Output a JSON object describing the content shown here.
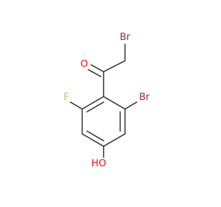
{
  "molecule": {
    "atoms": {
      "o_carbonyl": {
        "text": "O",
        "color": "#ff0d0d"
      },
      "br_alpha": {
        "text": "Br",
        "color": "#a62929"
      },
      "f_ring": {
        "text": "F",
        "color": "#90e050"
      },
      "br_ring": {
        "text": "Br",
        "color": "#a62929"
      },
      "oh": {
        "text": "HO",
        "color": "#ff0d0d"
      }
    },
    "bond_color": "#3a3a3a"
  }
}
